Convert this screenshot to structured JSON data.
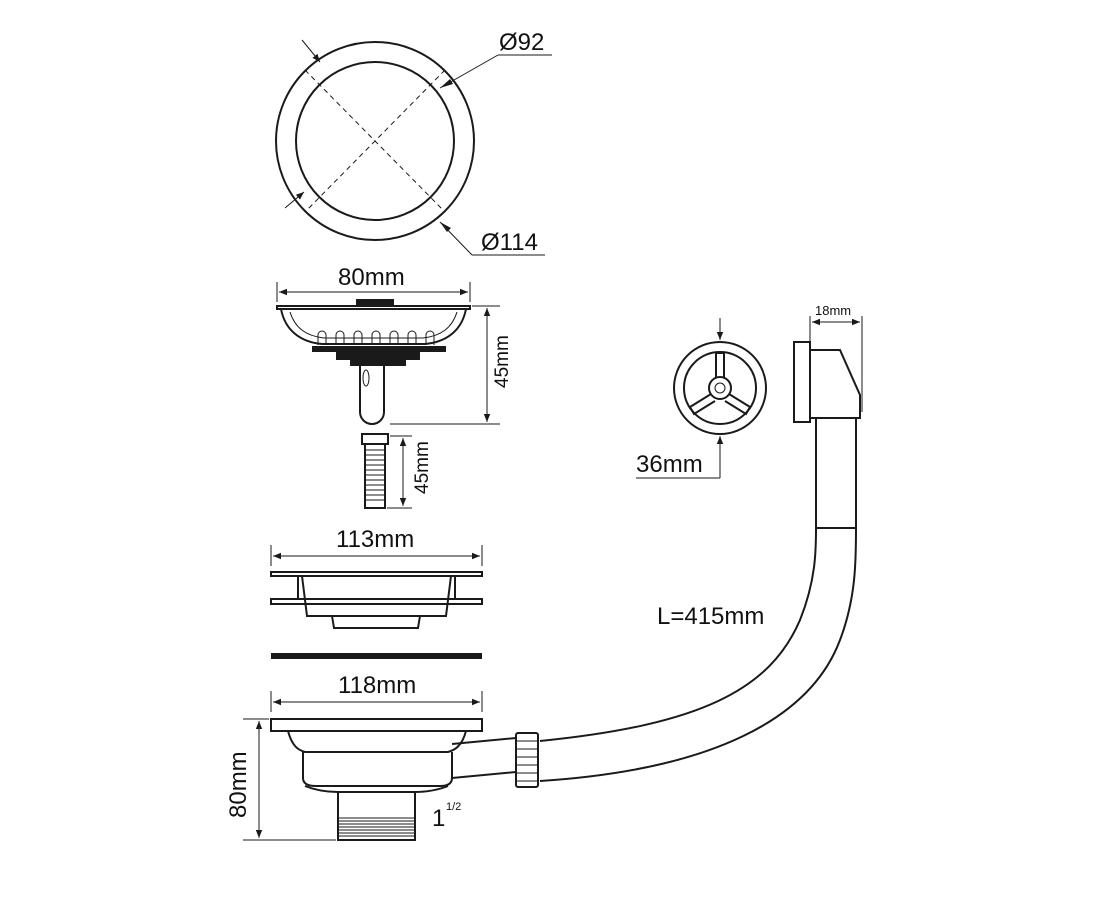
{
  "labels": {
    "dia_92": "Ø92",
    "dia_114": "Ø114",
    "strainer_width": "80mm",
    "strainer_height": "45mm",
    "bolt_length": "45mm",
    "flange_113": "113mm",
    "flange_118": "118mm",
    "body_height": "80mm",
    "thread_main": "1",
    "thread_sup": "1/2",
    "overflow_width": "18mm",
    "overflow_grid": "36mm",
    "hose_length": "L=415mm"
  },
  "colors": {
    "line": "#1a1a1a",
    "background": "#ffffff"
  }
}
